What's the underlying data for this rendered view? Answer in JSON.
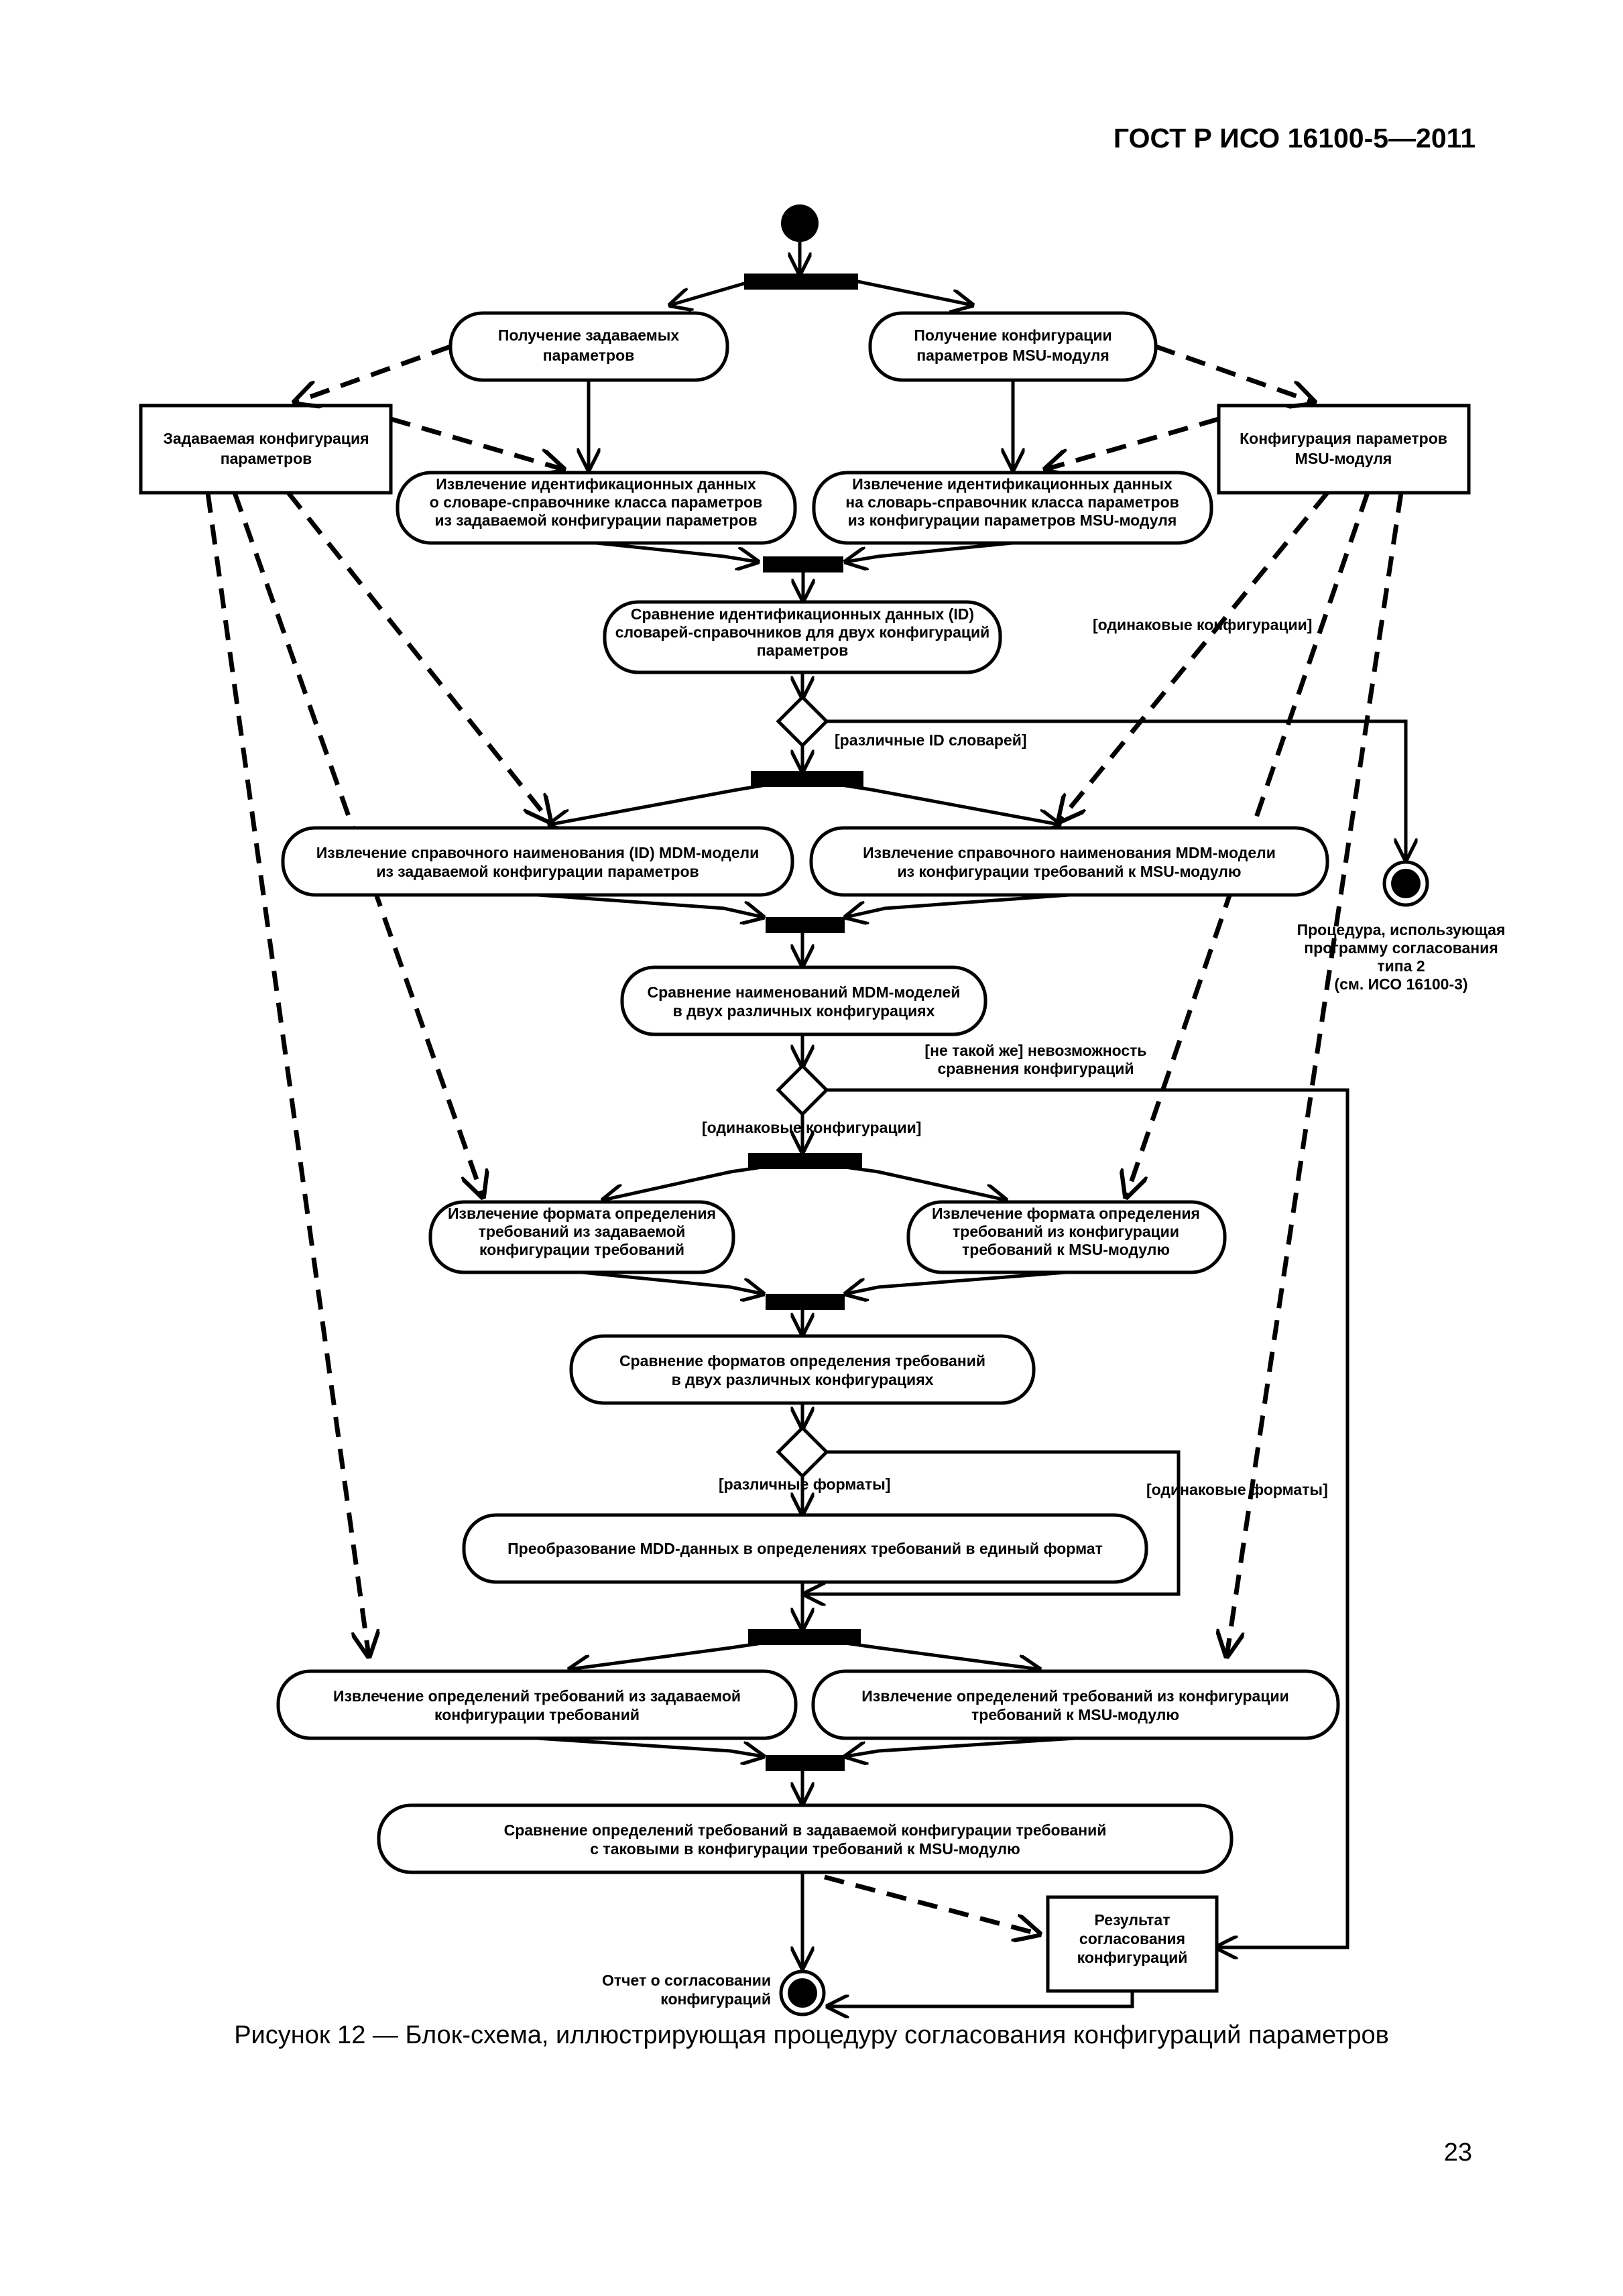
{
  "header": {
    "standard": "ГОСТ Р ИСО 16100-5—2011"
  },
  "caption": "Рисунок 12 — Блок-схема, иллюстрирующая процедуру согласования  конфигураций параметров",
  "page_number": "23",
  "activities": {
    "get_given_params": [
      "Получение задаваемых",
      "параметров"
    ],
    "get_msu_config": [
      "Получение конфигурации",
      "параметров MSU-модуля"
    ],
    "extract_id_given": [
      "Извлечение идентификационных данных",
      "о словаре-справочнике класса параметров",
      "из задаваемой конфигурации параметров"
    ],
    "extract_id_msu": [
      "Извлечение идентификационных данных",
      "на словарь-справочник класса параметров",
      "из конфигурации параметров MSU-модуля"
    ],
    "compare_ids": [
      "Сравнение идентификационных данных (ID)",
      "словарей-справочников для двух конфигураций",
      "параметров"
    ],
    "extract_mdm_given": [
      "Извлечение справочного наименования (ID) MDM-модели",
      "из задаваемой конфигурации параметров"
    ],
    "extract_mdm_msu": [
      "Извлечение справочного наименования MDM-модели",
      "из конфигурации требований к MSU-модулю"
    ],
    "compare_mdm": [
      "Сравнение наименований MDM-моделей",
      "в двух различных конфигурациях"
    ],
    "extract_format_given": [
      "Извлечение формата определения",
      "требований из задаваемой",
      "конфигурации требований"
    ],
    "extract_format_msu": [
      "Извлечение формата определения",
      "требований из конфигурации",
      "требований к MSU-модулю"
    ],
    "compare_formats": [
      "Сравнение форматов определения требований",
      "в двух различных конфигурациях"
    ],
    "transform_mdd": [
      "Преобразование MDD-данных в определениях требований в единый формат"
    ],
    "extract_defs_given": [
      "Извлечение определений требований из задаваемой",
      "конфигурации требований"
    ],
    "extract_defs_msu": [
      "Извлечение определений требований из конфигурации",
      "требований к MSU-модулю"
    ],
    "compare_defs": [
      "Сравнение определений требований в задаваемой конфигурации требований",
      "с таковыми в конфигурации требований к MSU-модулю"
    ]
  },
  "objects": {
    "given_config": [
      "Задаваемая конфигурация",
      "параметров"
    ],
    "msu_config": [
      "Конфигурация параметров",
      "MSU-модуля"
    ],
    "result": [
      "Результат",
      "согласования",
      "конфигураций"
    ]
  },
  "guards": {
    "same_configs_1": "[одинаковые конфигурации]",
    "diff_dict_ids": "[различные ID словарей]",
    "not_same": [
      "[не такой же] невозможность",
      "сравнения конфигураций"
    ],
    "same_configs_2": "[одинаковые конфигурации]",
    "diff_formats": "[различные форматы]",
    "same_formats": "[одинаковые форматы]"
  },
  "notes": {
    "type2_procedure": [
      "Процедура, использующая",
      "программу согласования",
      "типа 2",
      "(см. ИСО 16100-3)"
    ],
    "report": [
      "Отчет о согласовании",
      "конфигураций"
    ]
  }
}
